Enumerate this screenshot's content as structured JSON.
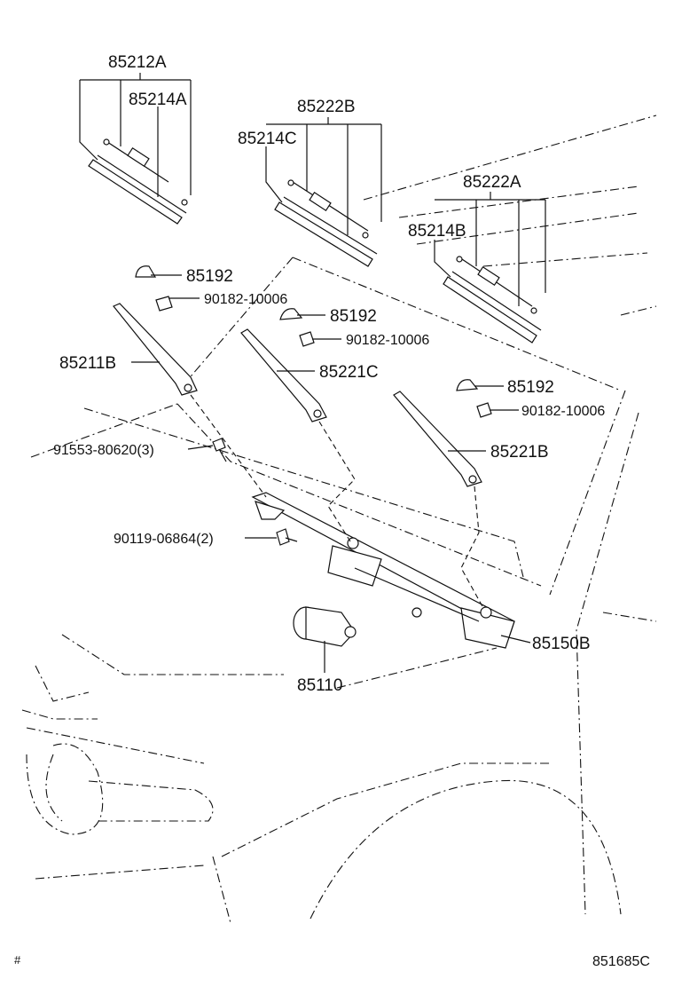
{
  "diagram": {
    "parts": [
      {
        "key": "p85212A",
        "number": "85212A"
      },
      {
        "key": "p85214A",
        "number": "85214A"
      },
      {
        "key": "p85222B",
        "number": "85222B"
      },
      {
        "key": "p85214C",
        "number": "85214C"
      },
      {
        "key": "p85222A",
        "number": "85222A"
      },
      {
        "key": "p85214B",
        "number": "85214B"
      },
      {
        "key": "p85192a",
        "number": "85192"
      },
      {
        "key": "p90182a",
        "number": "90182-10006"
      },
      {
        "key": "p85192b",
        "number": "85192"
      },
      {
        "key": "p90182b",
        "number": "90182-10006"
      },
      {
        "key": "p85211B",
        "number": "85211B"
      },
      {
        "key": "p85221C",
        "number": "85221C"
      },
      {
        "key": "p85192c",
        "number": "85192"
      },
      {
        "key": "p90182c",
        "number": "90182-10006"
      },
      {
        "key": "p91553",
        "number": "91553-80620(3)"
      },
      {
        "key": "p85221B",
        "number": "85221B"
      },
      {
        "key": "p90119",
        "number": "90119-06864(2)"
      },
      {
        "key": "p85150B",
        "number": "85150B"
      },
      {
        "key": "p85110",
        "number": "85110"
      }
    ],
    "footer": {
      "left_mark": "#",
      "diagram_code": "851685C"
    }
  }
}
